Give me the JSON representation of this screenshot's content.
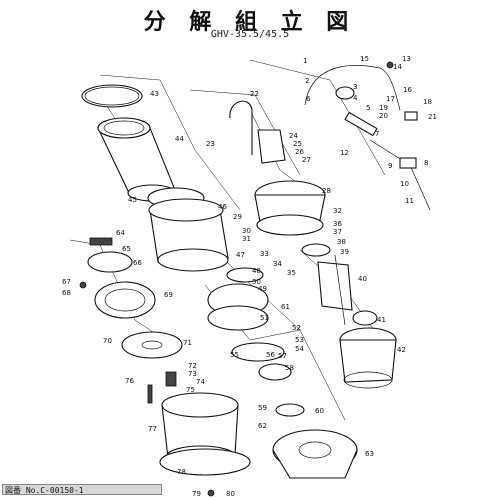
{
  "header": {
    "title": "分 解 組 立 図",
    "model": "GHV-35.5/45.5"
  },
  "footer": {
    "drawing_number": "図番 No.C-00150-1"
  },
  "part_labels": [
    "1",
    "2",
    "3",
    "4",
    "5",
    "6",
    "7",
    "8",
    "9",
    "10",
    "11",
    "12",
    "13",
    "14",
    "15",
    "16",
    "17",
    "18",
    "19",
    "20",
    "21",
    "22",
    "23",
    "24",
    "25",
    "26",
    "27",
    "28",
    "29",
    "30",
    "31",
    "32",
    "33",
    "34",
    "35",
    "36",
    "37",
    "38",
    "39",
    "40",
    "41",
    "42",
    "43",
    "44",
    "45",
    "46",
    "47",
    "48",
    "49",
    "50",
    "51",
    "52",
    "53",
    "54",
    "55",
    "56",
    "57",
    "58",
    "59",
    "60",
    "61",
    "62",
    "63",
    "64",
    "65",
    "66",
    "67",
    "68",
    "69",
    "70",
    "71",
    "72",
    "73",
    "74",
    "75",
    "76",
    "77",
    "78",
    "79",
    "80"
  ]
}
